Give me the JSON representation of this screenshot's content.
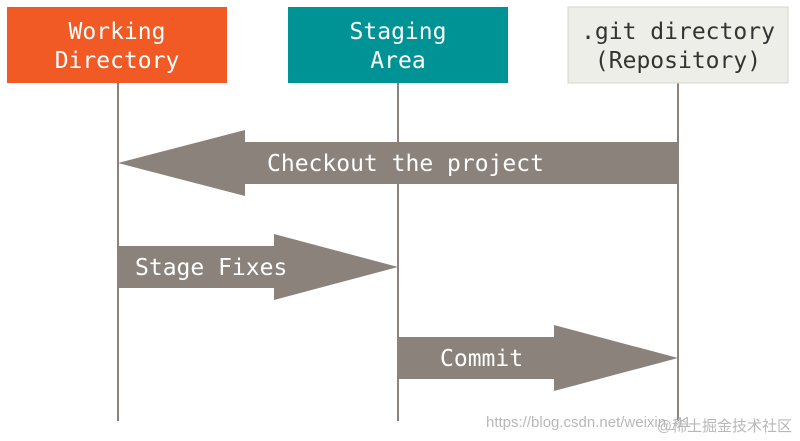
{
  "colors": {
    "working_directory": "#F15A24",
    "staging_area": "#009396",
    "repository": "#EEEEE8",
    "repository_border": "#D6D6D0",
    "arrow": "#8B837B",
    "lifeline": "#8B837B",
    "header_text_light": "#FFFFFF",
    "header_text_dark": "#333333",
    "arrow_text": "#FFFFFF",
    "watermark": "#B8B8B8"
  },
  "headers": {
    "working_directory": {
      "line1": "Working",
      "line2": "Directory"
    },
    "staging_area": {
      "line1": "Staging",
      "line2": "Area"
    },
    "repository": {
      "line1": ".git directory",
      "line2": "(Repository)"
    }
  },
  "arrows": {
    "checkout": {
      "label": "Checkout the project",
      "from": "repository",
      "to": "working_directory"
    },
    "stage": {
      "label": "Stage Fixes",
      "from": "working_directory",
      "to": "staging_area"
    },
    "commit": {
      "label": "Commit",
      "from": "staging_area",
      "to": "repository"
    }
  },
  "watermark": {
    "url": "https://blog.csdn.net/weixin_41",
    "site": "@稀土掘金技术社区"
  }
}
